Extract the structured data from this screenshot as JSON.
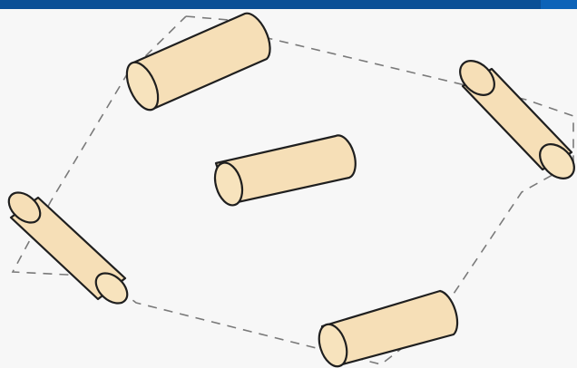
{
  "diagram": {
    "type": "hexagonal-arrangement",
    "boundary_style": "dashed",
    "colors": {
      "header_bar": "#0a4f96",
      "background": "#f7f7f7",
      "cylinder_fill": "#f6dfb7",
      "cylinder_stroke": "#1f1f1f",
      "dashed_line": "#7a7a7a"
    },
    "cylinders": [
      {
        "id": "top-left"
      },
      {
        "id": "top-right"
      },
      {
        "id": "center"
      },
      {
        "id": "left"
      },
      {
        "id": "bottom-right"
      }
    ]
  }
}
